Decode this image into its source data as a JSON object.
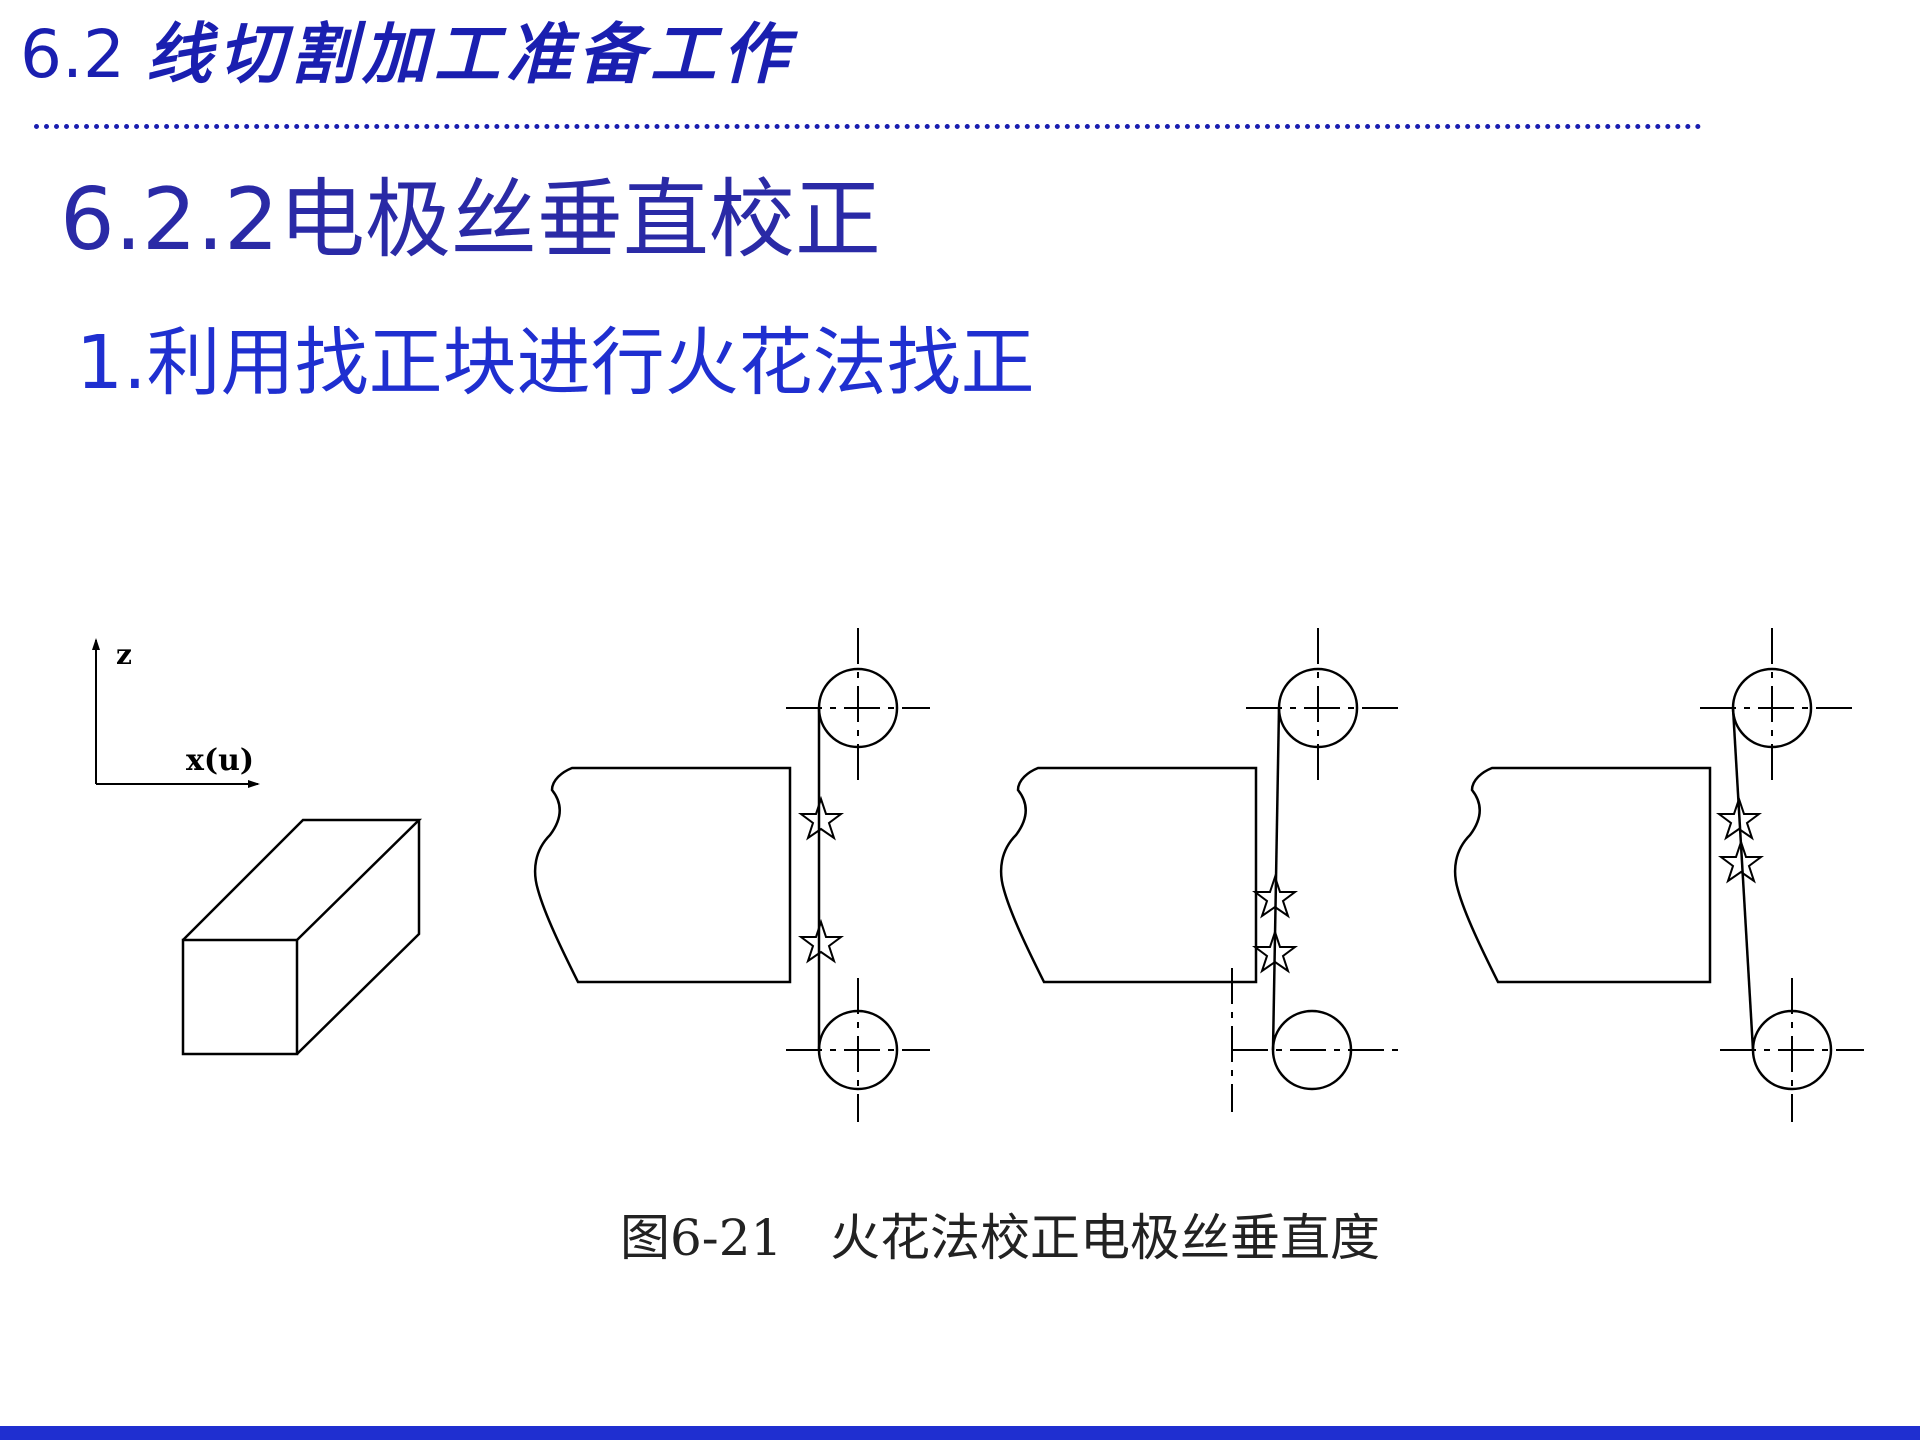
{
  "header": {
    "number": "6.2",
    "title": "线切割加工准备工作"
  },
  "section": {
    "heading": "6.2.2电极丝垂直校正"
  },
  "subsection": {
    "heading": "1.利用找正块进行火花法找正"
  },
  "figure": {
    "axis_z_label": "z",
    "axis_x_label": "x(u)",
    "caption": "图6-21   火花法校正电极丝垂直度"
  },
  "colors": {
    "title_blue": "#1a1fb0",
    "heading_blue": "#2a2aa6",
    "bar_blue": "#1f2fd0"
  }
}
